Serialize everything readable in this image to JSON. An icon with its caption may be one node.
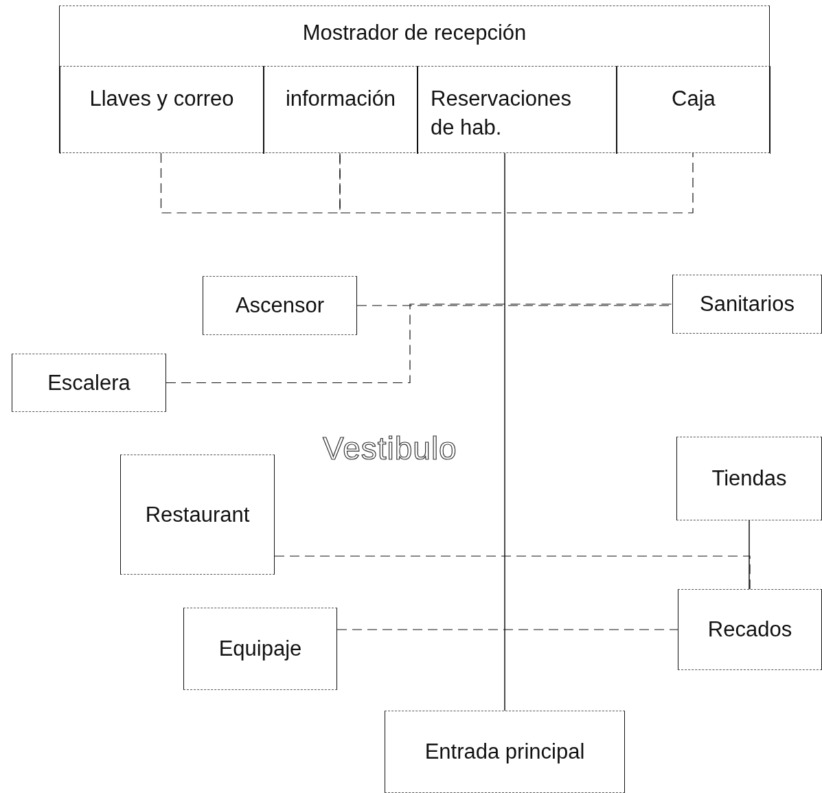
{
  "diagram": {
    "nodes": [
      {
        "text": [
          "Mostrador de recepción"
        ]
      },
      {
        "text": [
          "Llaves y correo"
        ],
        "in": 0
      },
      {
        "text": [
          "información"
        ],
        "in": 0
      },
      {
        "text": [
          "Reservaciones de hab."
        ],
        "in": 0
      },
      {
        "text": [
          "Caja"
        ],
        "in": 0
      },
      {
        "text": [
          "Ascensor"
        ]
      },
      {
        "text": [
          "Sanitarios"
        ]
      },
      {
        "text": [
          "Escalera"
        ]
      },
      {
        "text": [
          "Restaurant"
        ]
      },
      {
        "text": [
          "Tiendas"
        ]
      },
      {
        "text": [
          "Recados"
        ]
      },
      {
        "text": [
          "Equipaje"
        ]
      },
      {
        "text": [
          "Entrada principal"
        ]
      }
    ],
    "edges": [
      {
        "from": 1,
        "to": 2,
        "arrow": "none",
        "style": "dashed"
      },
      {
        "from": 2,
        "to": 4,
        "arrow": "none",
        "style": "dashed"
      },
      {
        "from": 3,
        "to": 12,
        "arrow": "none"
      },
      {
        "from": 5,
        "to": 6,
        "arrow": "none",
        "style": "dashed"
      },
      {
        "from": 7,
        "to": 6,
        "arrow": "none",
        "style": "dashed"
      },
      {
        "from": 8,
        "to": 10,
        "arrow": "none",
        "style": "dashed"
      },
      {
        "from": 9,
        "to": 10,
        "arrow": "none"
      },
      {
        "from": 11,
        "to": 10,
        "arrow": "none",
        "style": "dashed"
      }
    ],
    "labels": [
      "Vestibulo"
    ]
  }
}
